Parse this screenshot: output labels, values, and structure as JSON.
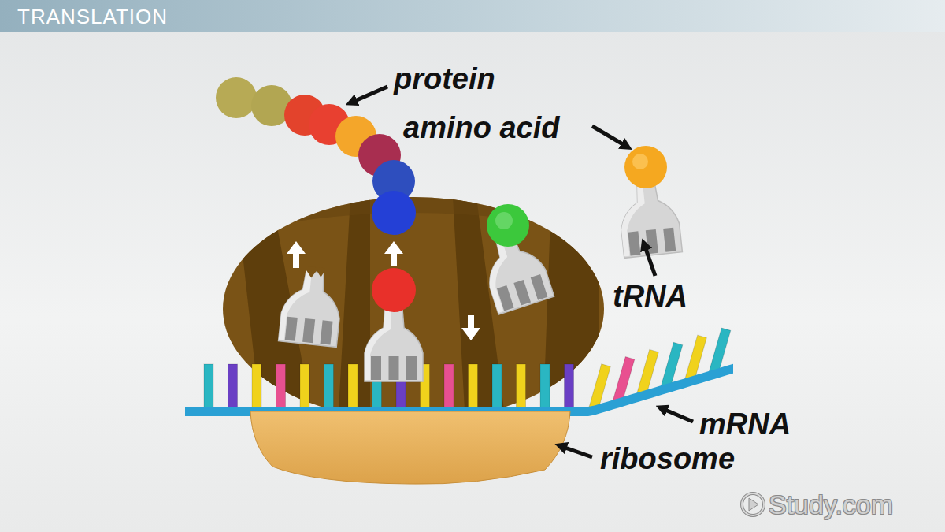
{
  "diagram": {
    "title": "TRANSLATION",
    "labels": [
      "protein",
      "amino acid",
      "tRNA",
      "mRNA",
      "ribosome",
      "Study.com"
    ]
  }
}
